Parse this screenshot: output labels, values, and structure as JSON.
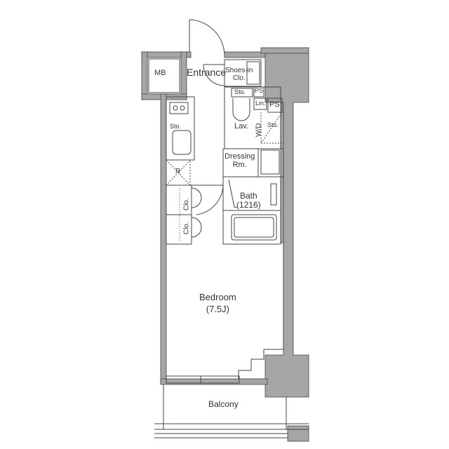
{
  "floorplan": {
    "colors": {
      "wall": "#a6a6a6",
      "line": "#444444",
      "background": "#ffffff",
      "text": "#333333"
    },
    "rooms": {
      "mb": "MB",
      "entrance": "Entrance",
      "shoes_in_clo_1": "Shoes-in",
      "shoes_in_clo_2": "Clo.",
      "sto_top": "Sto.",
      "ps_small": "PS",
      "lin": "Lin.",
      "ps_right": "PS",
      "lav": "Lav.",
      "wd": "W/D",
      "sto_wd": "Sto.",
      "dressing_1": "Dressing",
      "dressing_2": "Rm.",
      "kitchen_sto": "Sto.",
      "refrigerator": "R",
      "clo_1": "Clo.",
      "clo_2": "Clo.",
      "bath_1": "Bath",
      "bath_2": "(1216)",
      "bedroom_1": "Bedroom",
      "bedroom_2": "(7.5J)",
      "balcony": "Balcony"
    }
  }
}
